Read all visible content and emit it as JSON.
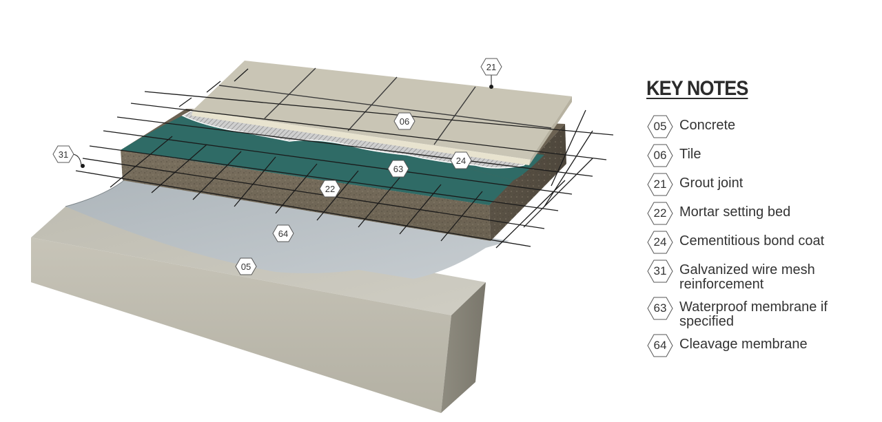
{
  "keynotes": {
    "title": "KEY NOTES",
    "items": [
      {
        "code": "05",
        "label": "Concrete"
      },
      {
        "code": "06",
        "label": "Tile"
      },
      {
        "code": "21",
        "label": "Grout joint"
      },
      {
        "code": "22",
        "label": "Mortar setting bed"
      },
      {
        "code": "24",
        "label": "Cementitious bond coat"
      },
      {
        "code": "31",
        "label": "Galvanized wire mesh reinforcement"
      },
      {
        "code": "63",
        "label": "Waterproof membrane if specified"
      },
      {
        "code": "64",
        "label": "Cleavage membrane"
      }
    ]
  },
  "callouts": {
    "c21": "21",
    "c06": "06",
    "c24": "24",
    "c63": "63",
    "c22": "22",
    "c31": "31",
    "c64": "64",
    "c05": "05"
  },
  "colors": {
    "concrete": "#c9c7bd",
    "mortar": "#6f6657",
    "membrane": "#2f6b66",
    "tile": "#c9c5b5",
    "cleavage": "#b9c0c4"
  }
}
